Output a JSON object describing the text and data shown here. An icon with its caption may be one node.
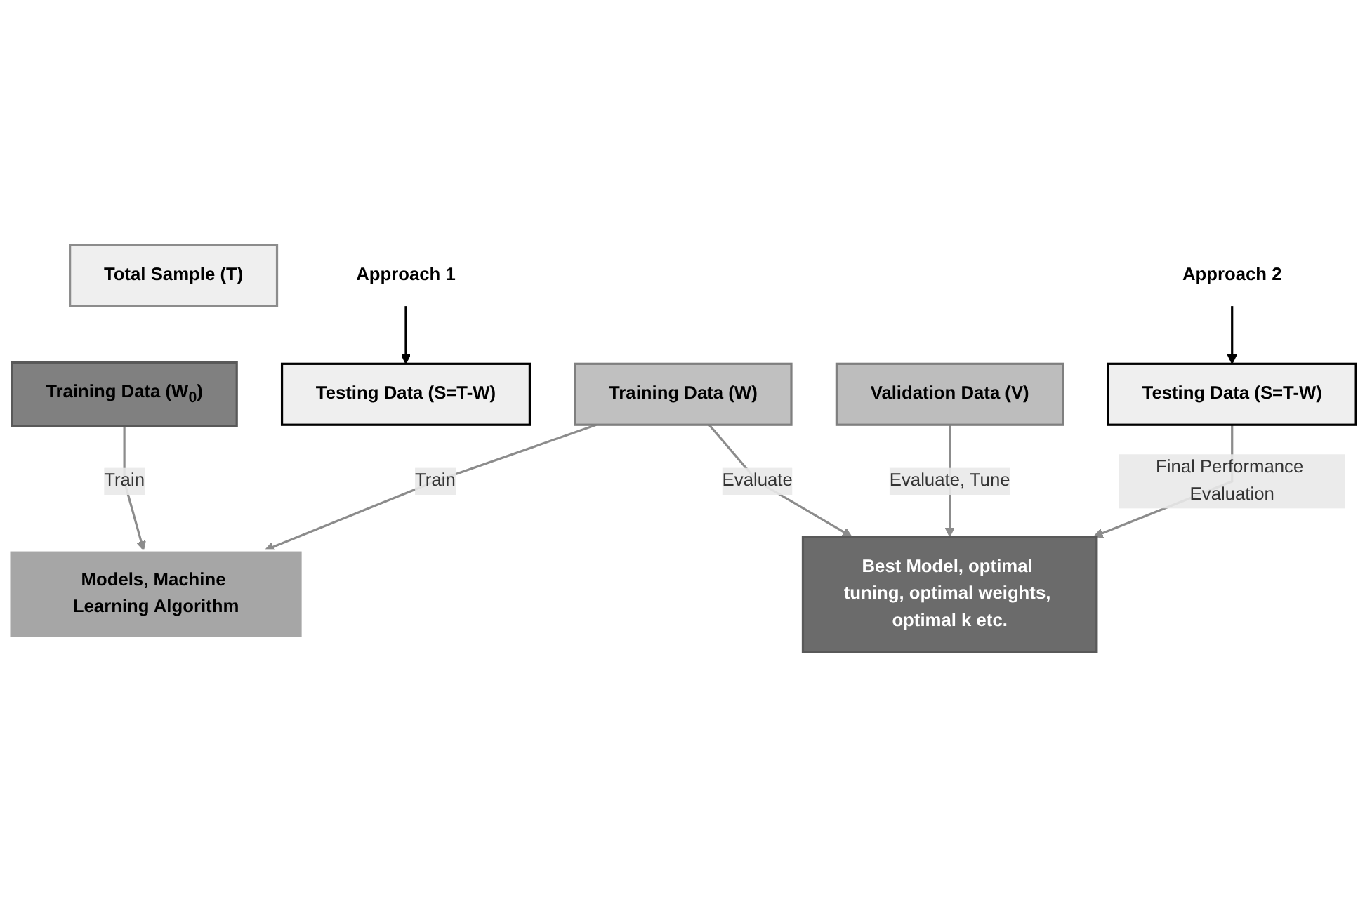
{
  "diagram": {
    "nodes": [
      {
        "text": [
          "Total Sample (T)"
        ]
      },
      {
        "text": [
          "Training Data (W)"
        ]
      },
      {
        "text": [
          "Testing Data (S=T-W)"
        ]
      },
      {
        "text": [
          "Approach 1"
        ]
      },
      {
        "text": [
          "Training Data (W$_{0}$)"
        ]
      },
      {
        "text": [
          "Validation Data (V)"
        ]
      },
      {
        "text": [
          "Testing Data (S=T-W)"
        ]
      },
      {
        "text": [
          "Approach 2"
        ]
      },
      {
        "text": [
          "Models, Machine Learning Algorithm"
        ]
      },
      {
        "text": [
          "Best Model, optimal tuning, optimal weights, optimal k etc."
        ]
      }
    ],
    "edges": [
      {
        "from": 3,
        "to": 2,
        "arrow": "to",
        "color": "#000000"
      },
      {
        "from": 7,
        "to": 6,
        "arrow": "to",
        "color": "#000000"
      },
      {
        "from": 4,
        "to": 8,
        "arrow": "to",
        "label": "Train"
      },
      {
        "from": 1,
        "to": 8,
        "arrow": "to",
        "label": "Train"
      },
      {
        "from": 1,
        "to": 9,
        "arrow": "to",
        "label": "Evaluate"
      },
      {
        "from": 5,
        "to": 9,
        "arrow": "to",
        "label": "Evaluate, Tune"
      },
      {
        "from": 6,
        "to": 9,
        "arrow": "to",
        "label": "Final Performance Evaluation"
      }
    ]
  }
}
